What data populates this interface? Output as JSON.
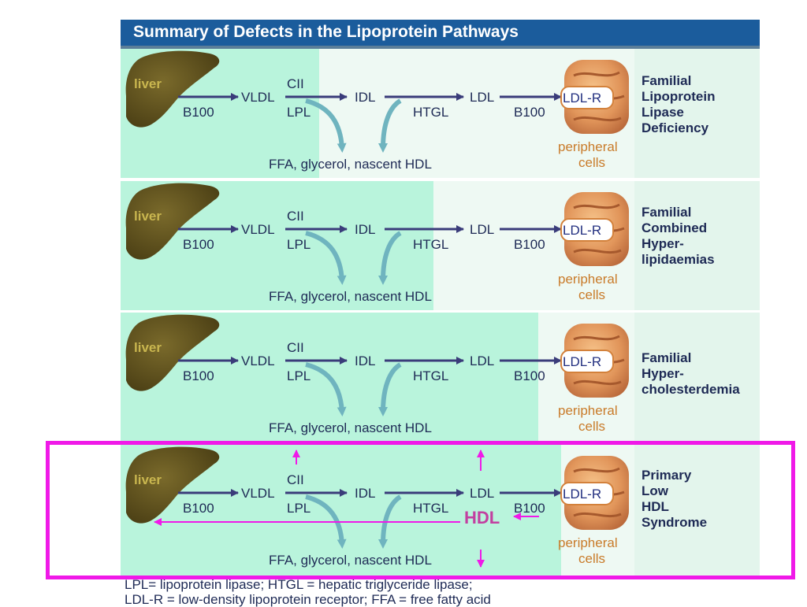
{
  "title": "Summary of Defects in the Lipoprotein Pathways",
  "labels": {
    "liver": "liver",
    "b100": "B100",
    "vldl": "VLDL",
    "cii": "CII",
    "lpl": "LPL",
    "idl": "IDL",
    "htgl": "HTGL",
    "ldl": "LDL",
    "ldlr": "LDL-R",
    "ffa": "FFA, glycerol, nascent HDL",
    "peripheral": "peripheral",
    "cells": "cells",
    "hdl": "HDL"
  },
  "panels": [
    {
      "disease": [
        "Familial",
        "Lipoprotein",
        "Lipase",
        "Deficiency"
      ]
    },
    {
      "disease": [
        "Familial",
        "Combined",
        "Hyper-",
        "lipidaemias"
      ]
    },
    {
      "disease": [
        "Familial",
        "Hyper-",
        "cholesterdemia"
      ]
    },
    {
      "disease": [
        "Primary",
        "Low",
        "HDL",
        "Syndrome"
      ]
    }
  ],
  "legend": [
    "LPL= lipoprotein lipase;  HTGL = hepatic triglyceride lipase;",
    "LDL-R = low-density lipoprotein receptor;  FFA = free fatty acid"
  ],
  "colors": {
    "header": "#1b5c9c",
    "mint": "#b9f4dc",
    "pale": "#eef9f3",
    "highlight": "#f019e8",
    "hdl_text": "#c23fa0"
  }
}
